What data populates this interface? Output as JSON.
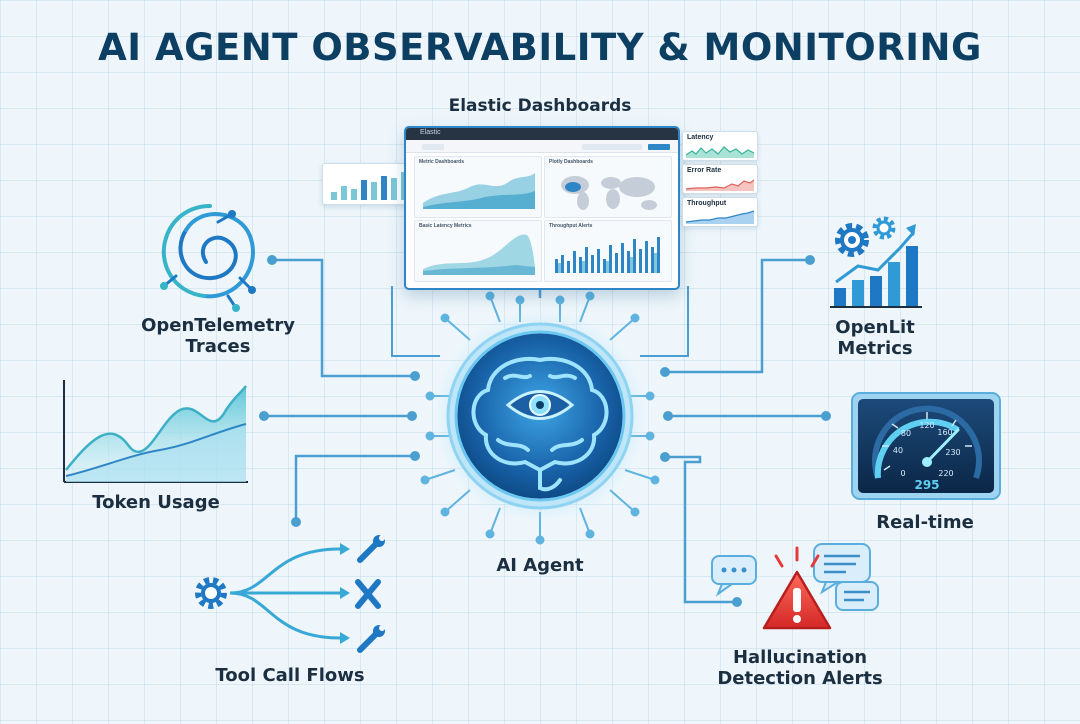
{
  "title": "AI AGENT OBSERVABILITY & MONITORING",
  "nodes": {
    "center": "AI Agent",
    "elastic": "Elastic Dashboards",
    "otel": [
      "OpenTelemetry",
      "Traces"
    ],
    "openlit": [
      "OpenLit",
      "Metrics"
    ],
    "token": "Token Usage",
    "realtime": "Real-time",
    "tool": "Tool Call Flows",
    "hallucination": [
      "Hallucination",
      "Detection Alerts"
    ]
  },
  "dashboard": {
    "brand": "Elastic",
    "panels": {
      "metric": "Metric Dashboards",
      "world": "Plotly Dashboards",
      "latency": "Basic Latency Metrics",
      "throughput": "Throughput Alerts"
    }
  },
  "mini_cards": {
    "latency": "Latency",
    "error_rate": "Error Rate",
    "throughput": "Throughput"
  },
  "gauge": {
    "ticks": [
      "0",
      "40",
      "80",
      "120",
      "160",
      "230",
      "220"
    ],
    "value": "295"
  },
  "colors": {
    "title": "#0d3f63",
    "connector": "#4a9fd0",
    "accent": "#1f78c4",
    "alert": "#e53b3b"
  },
  "icons": {
    "otel": "spiral-trace-icon",
    "openlit": "gears-growth-chart-icon",
    "token": "area-chart-icon",
    "realtime": "speedometer-gauge-icon",
    "tool": "gear-branch-wrench-icon",
    "hallucination": "warning-chat-bubbles-icon",
    "center": "brain-eye-icon"
  }
}
